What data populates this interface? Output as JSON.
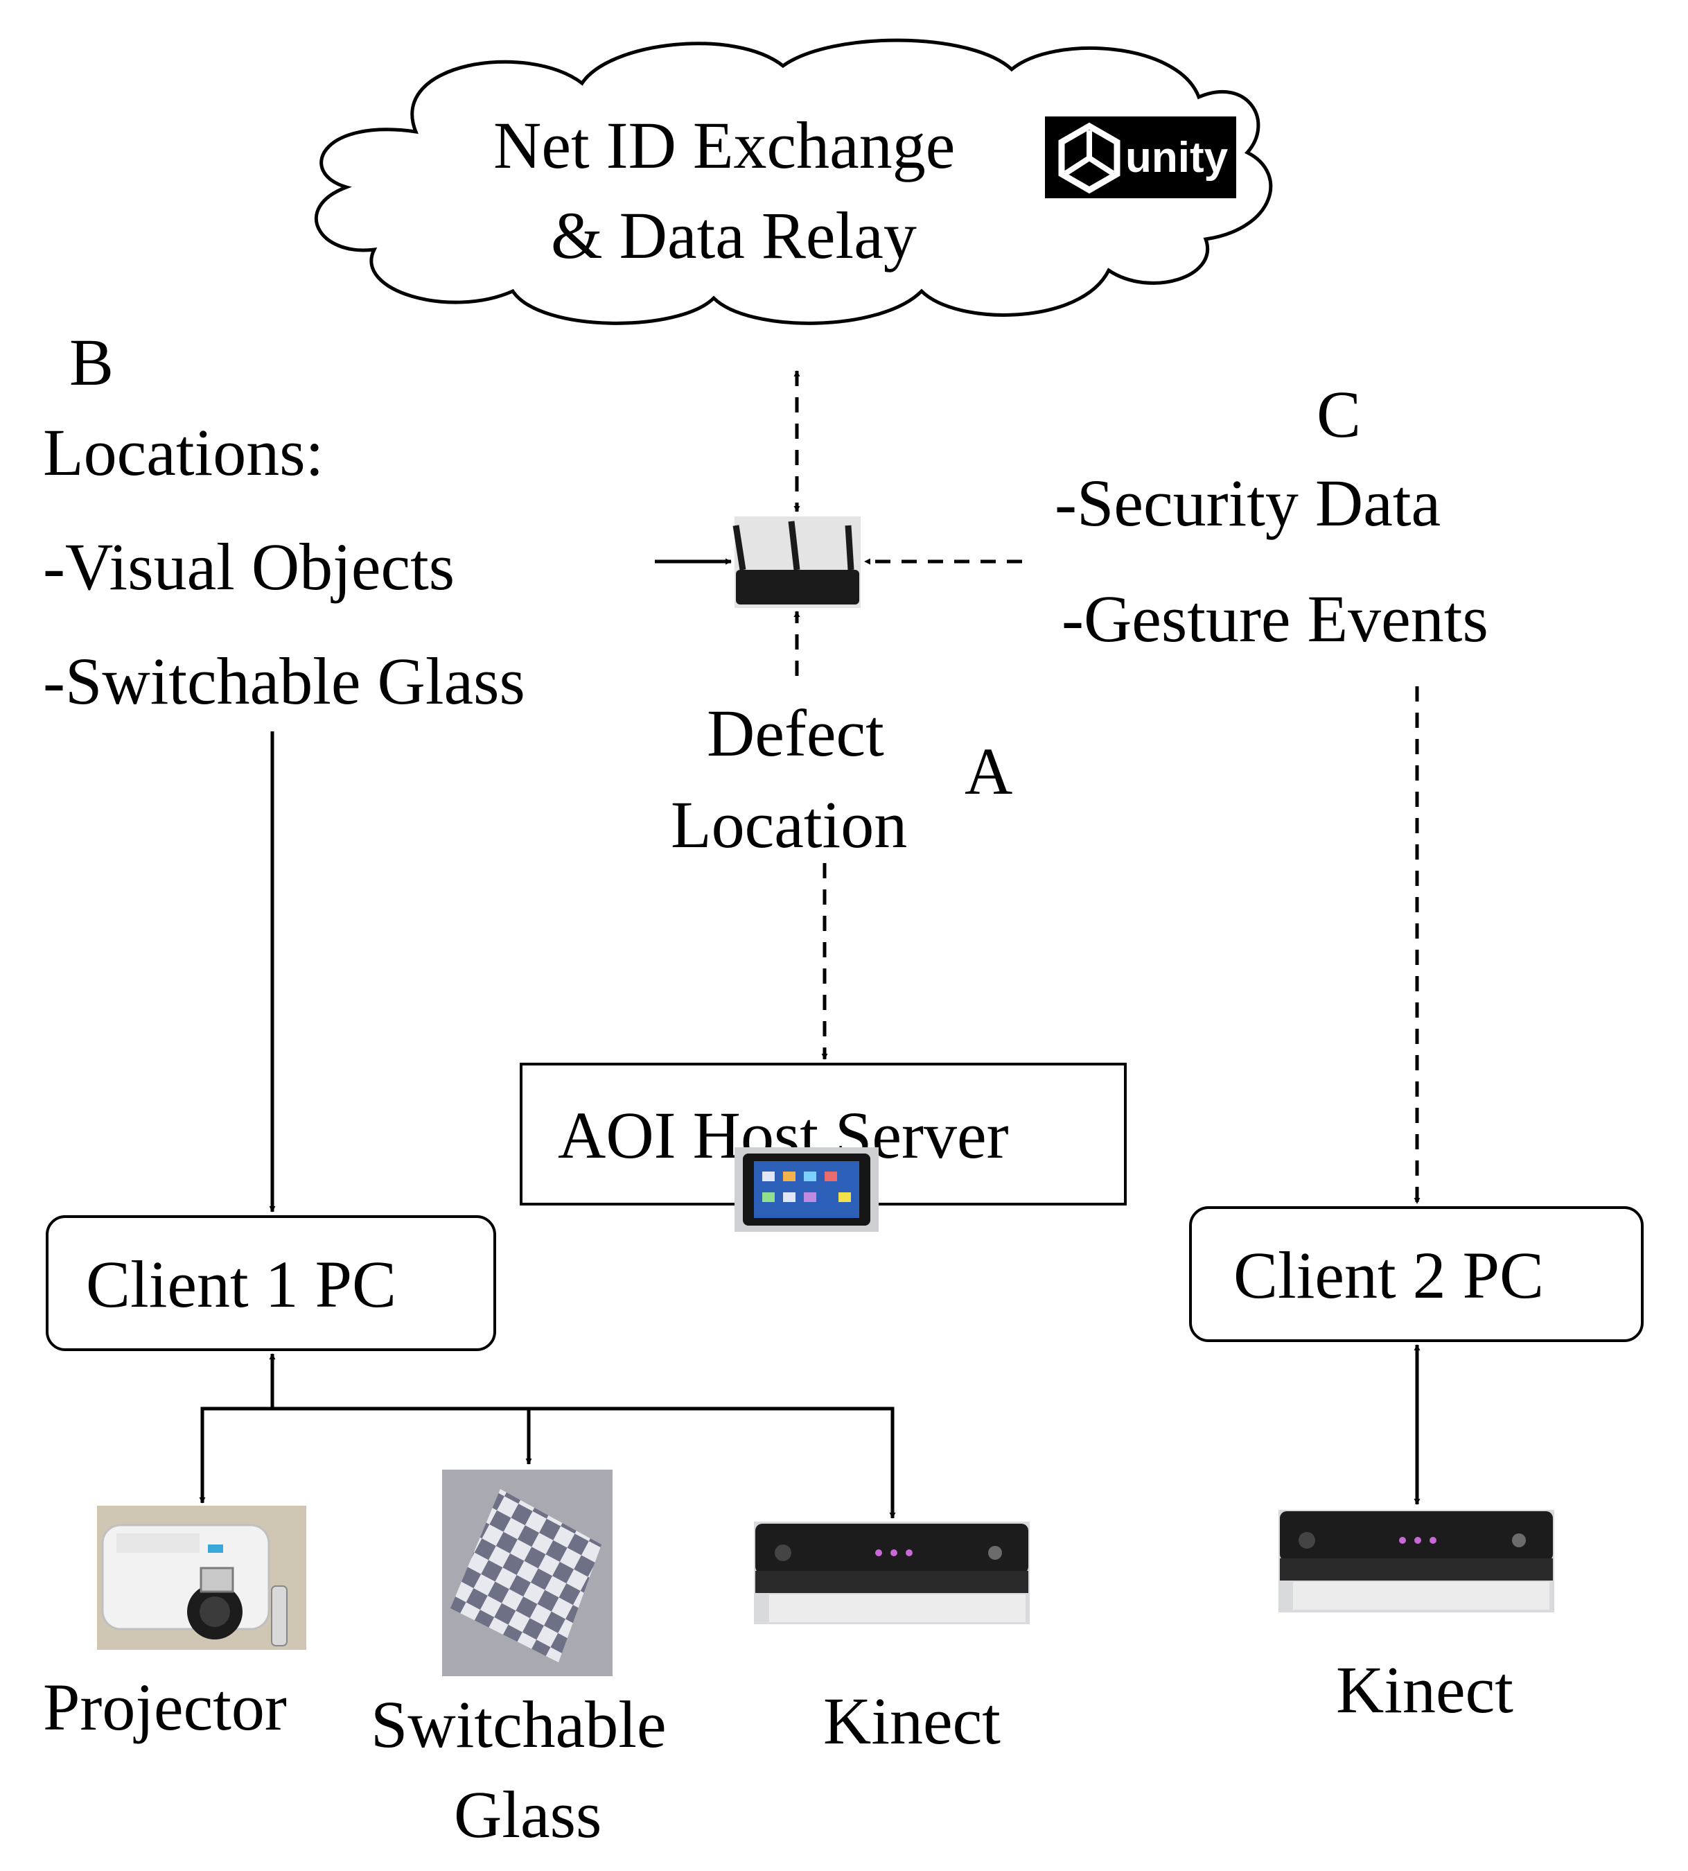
{
  "cloud": {
    "line1": "Net ID Exchange",
    "line2": "& Data Relay",
    "logo_text": "unity"
  },
  "labels": {
    "b_letter": "B",
    "b_title": "Locations:",
    "b_item1": "-Visual Objects",
    "b_item2": "-Switchable Glass",
    "c_letter": "C",
    "c_item1": "-Security Data",
    "c_item2": "-Gesture Events",
    "a_letter": "A",
    "defect_line1": "Defect",
    "defect_line2": "Location"
  },
  "nodes": {
    "aoi_server": "AOI Host Server",
    "client1": "Client 1 PC",
    "client2": "Client 2 PC"
  },
  "devices": {
    "projector": "Projector",
    "glass_line1": "Switchable",
    "glass_line2": "Glass",
    "kinect1": "Kinect",
    "kinect2": "Kinect"
  },
  "icons": {
    "logo": "unity-logo-icon",
    "router": "router-icon",
    "tablet": "tablet-icon",
    "projector": "projector-icon",
    "glass": "switchable-glass-icon",
    "kinect": "kinect-icon"
  },
  "colors": {
    "line": "#000000",
    "logo_bg": "#000000",
    "glass_tile_dark": "#6e7185",
    "glass_tile_light": "#e8e9ee"
  }
}
